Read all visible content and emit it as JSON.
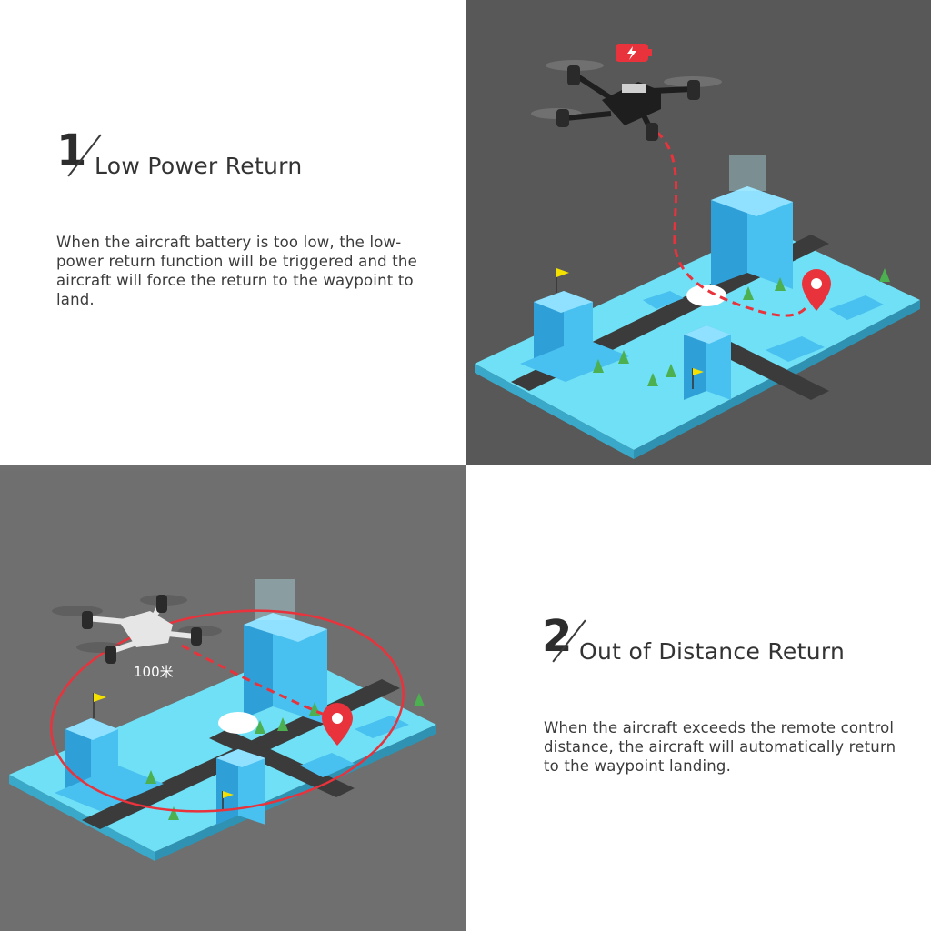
{
  "features": [
    {
      "number": "1",
      "title": "Low Power Return",
      "description": "When the aircraft battery is too low, the low-power return function will be triggered and the aircraft will force the return to the waypoint to land."
    },
    {
      "number": "2",
      "title": "Out of Distance Return",
      "description": "When the aircraft exceeds the remote control distance, the aircraft will automatically return to the waypoint landing."
    }
  ],
  "distance_label": "100米",
  "icons": [
    "battery-low-icon",
    "drone-icon",
    "map-pin-icon",
    "flag-icon",
    "tree-icon",
    "cloud-icon",
    "building-icon"
  ],
  "colors": {
    "dark_bg": "#585858",
    "gray_bg": "#6f6f6f",
    "building_blue": "#3fb3e8",
    "ground_cyan": "#6fe0f5",
    "route_red": "#e8333c",
    "road": "#3b3b3b"
  }
}
